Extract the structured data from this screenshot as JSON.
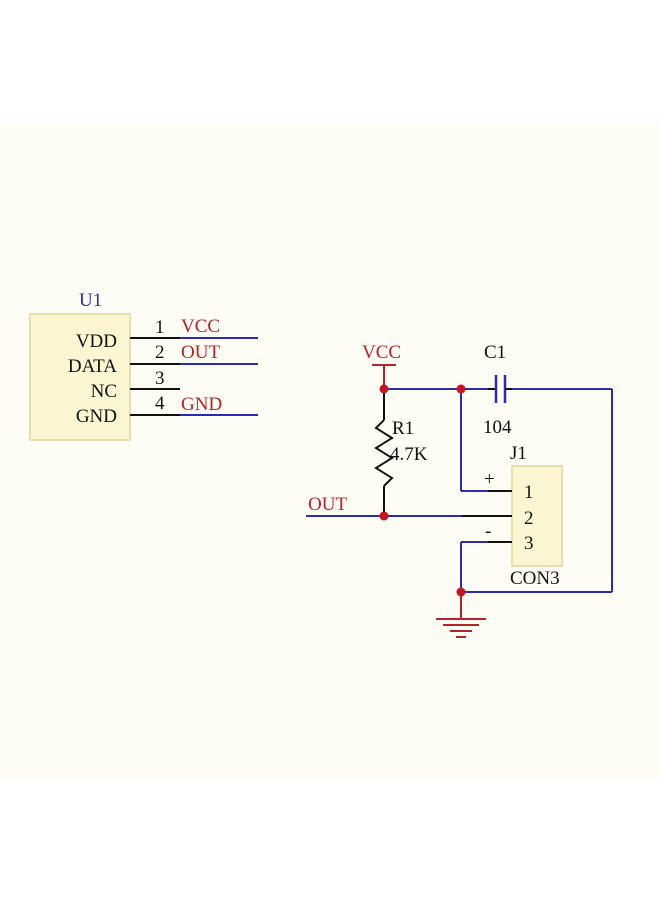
{
  "colors": {
    "background": "#fdfdf3",
    "wire": "#2a2ab4",
    "power": "#b4222a",
    "junction": "#c8141e",
    "component_fill": "#fbf5d2",
    "component_border": "#e2d79a",
    "black": "#111111"
  },
  "u1": {
    "designator": "U1",
    "pins": [
      {
        "number": "1",
        "name": "VDD",
        "net": "VCC"
      },
      {
        "number": "2",
        "name": "DATA",
        "net": "OUT"
      },
      {
        "number": "3",
        "name": "NC",
        "net": ""
      },
      {
        "number": "4",
        "name": "GND",
        "net": "GND"
      }
    ]
  },
  "power": {
    "vcc": "VCC",
    "out": "OUT"
  },
  "r1": {
    "designator": "R1",
    "value": "4.7K"
  },
  "c1": {
    "designator": "C1",
    "value": "104"
  },
  "j1": {
    "designator": "J1",
    "value": "CON3",
    "pins": [
      "1",
      "2",
      "3"
    ],
    "plus": "+",
    "minus": "-"
  }
}
